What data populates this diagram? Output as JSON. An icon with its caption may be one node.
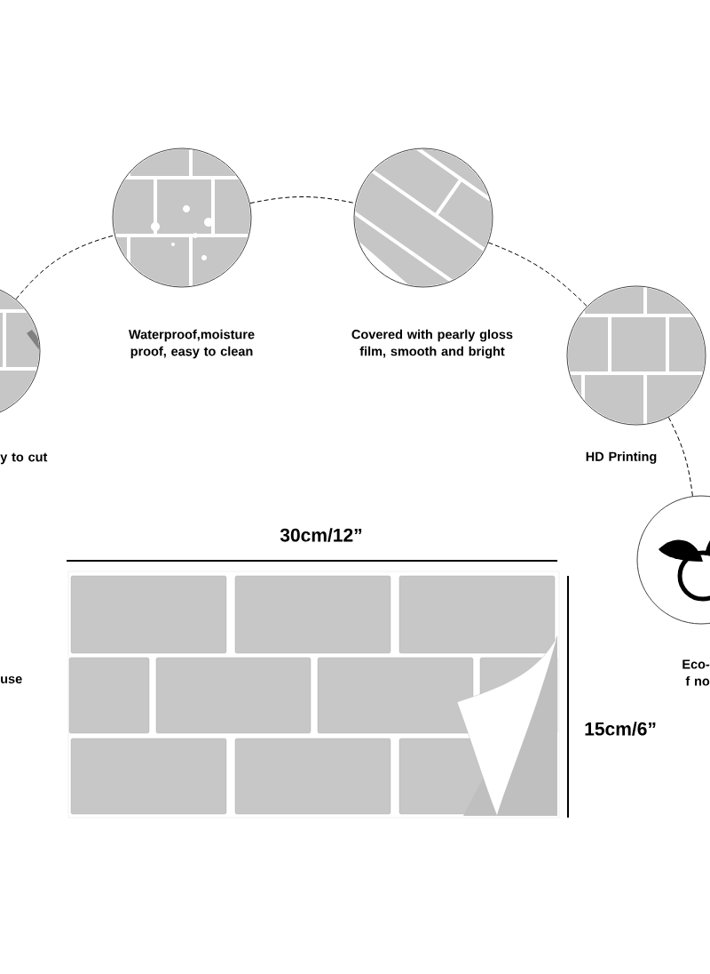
{
  "diagram": {
    "nodes": [
      {
        "text": [
          "y to cut"
        ]
      },
      {
        "text": [
          "Waterproof,moisture proof, easy to clean"
        ]
      },
      {
        "text": [
          "Covered with pearly gloss film, smooth and bright"
        ]
      },
      {
        "text": [
          "HD Printing"
        ]
      },
      {
        "text": [
          "Eco-f no"
        ]
      }
    ],
    "edges": [
      {
        "from": 0,
        "to": 1,
        "arrow": "none",
        "style": "dashed"
      },
      {
        "from": 1,
        "to": 2,
        "arrow": "none",
        "style": "dashed"
      },
      {
        "from": 2,
        "to": 3,
        "arrow": "none",
        "style": "dashed"
      },
      {
        "from": 3,
        "to": 4,
        "arrow": "none",
        "style": "dashed"
      }
    ],
    "labels": [
      "30cm/12”",
      "use",
      "15cm/6”"
    ]
  }
}
